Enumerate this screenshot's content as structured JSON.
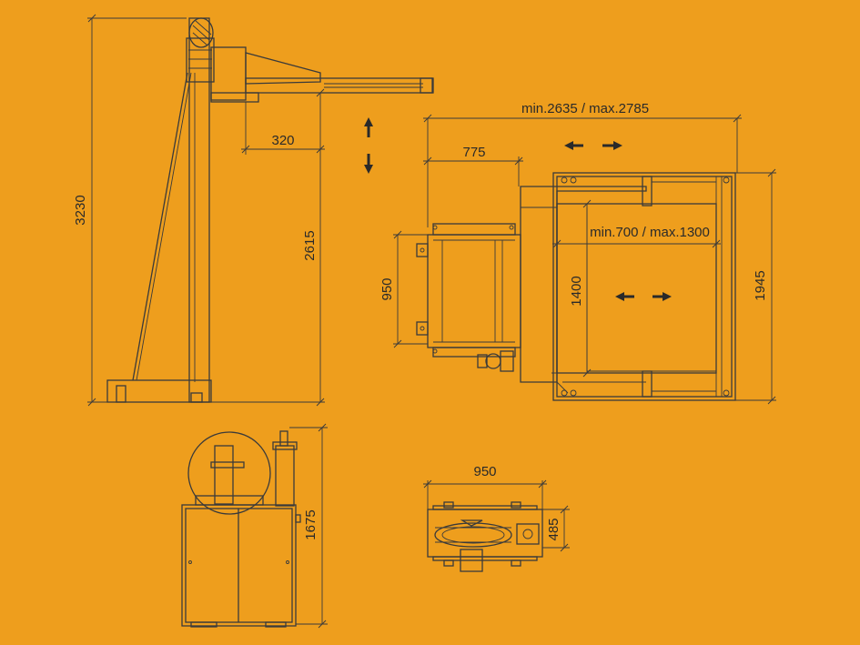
{
  "colors": {
    "background": "#EE9E1D",
    "line": "#3a3a3a"
  },
  "dimensions": {
    "height_total": "3230",
    "arm_offset": "320",
    "arm_height": "2615",
    "width_range": "min.2635 / max.2785",
    "depth_775": "775",
    "width_950_side": "950",
    "length_1400": "1400",
    "inner_range": "min.700 / max.1300",
    "length_1945": "1945",
    "unit_height_1675": "1675",
    "base_width_950": "950",
    "base_depth_485": "485"
  },
  "icons": {
    "vertical_motion": "up-down-arrows-icon",
    "horizontal_motion_top": "left-right-arrows-icon",
    "horizontal_motion_center": "left-right-arrows-icon"
  }
}
